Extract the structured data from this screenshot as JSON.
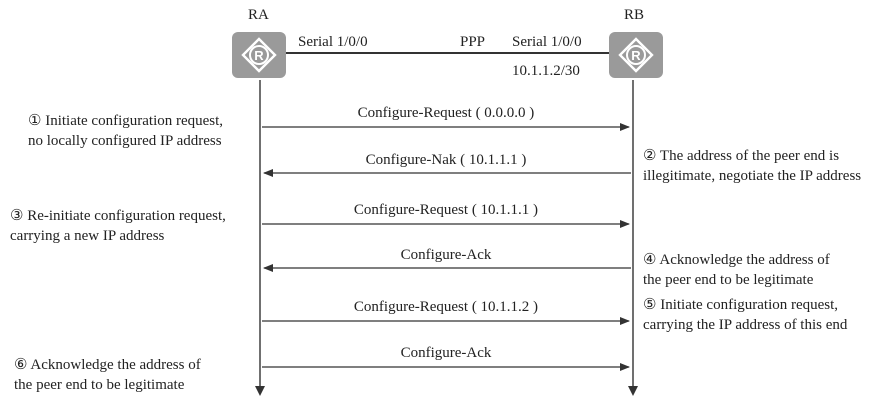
{
  "routers": {
    "left": {
      "name": "RA",
      "interface": "Serial 1/0/0",
      "icon": "router-icon"
    },
    "right": {
      "name": "RB",
      "interface": "Serial 1/0/0",
      "address": "10.1.1.2/30",
      "icon": "router-icon"
    }
  },
  "link_label": "PPP",
  "messages": [
    {
      "text": "Configure-Request ( 0.0.0.0 )",
      "direction": "right"
    },
    {
      "text": "Configure-Nak ( 10.1.1.1 )",
      "direction": "left"
    },
    {
      "text": "Configure-Request ( 10.1.1.1 )",
      "direction": "right"
    },
    {
      "text": "Configure-Ack",
      "direction": "left"
    },
    {
      "text": "Configure-Request ( 10.1.1.2 )",
      "direction": "right"
    },
    {
      "text": "Configure-Ack",
      "direction": "right"
    }
  ],
  "notes": {
    "left": [
      {
        "lines": [
          "① Initiate configuration request,",
          "no locally configured IP address"
        ]
      },
      {
        "lines": [
          "③ Re-initiate configuration request,",
          "carrying a new IP address"
        ]
      },
      {
        "lines": [
          "⑥ Acknowledge the address of",
          "the peer end to be legitimate"
        ]
      }
    ],
    "right": [
      {
        "lines": [
          "② The address of the peer end is",
          "illegitimate, negotiate the IP address"
        ]
      },
      {
        "lines": [
          "④ Acknowledge the address of",
          "the peer end to be legitimate"
        ]
      },
      {
        "lines": [
          "⑤ Initiate configuration request,",
          "carrying the IP address of this end"
        ]
      }
    ]
  },
  "colors": {
    "router_fill": "#9a9a9a",
    "line": "#333333",
    "text": "#222222"
  }
}
